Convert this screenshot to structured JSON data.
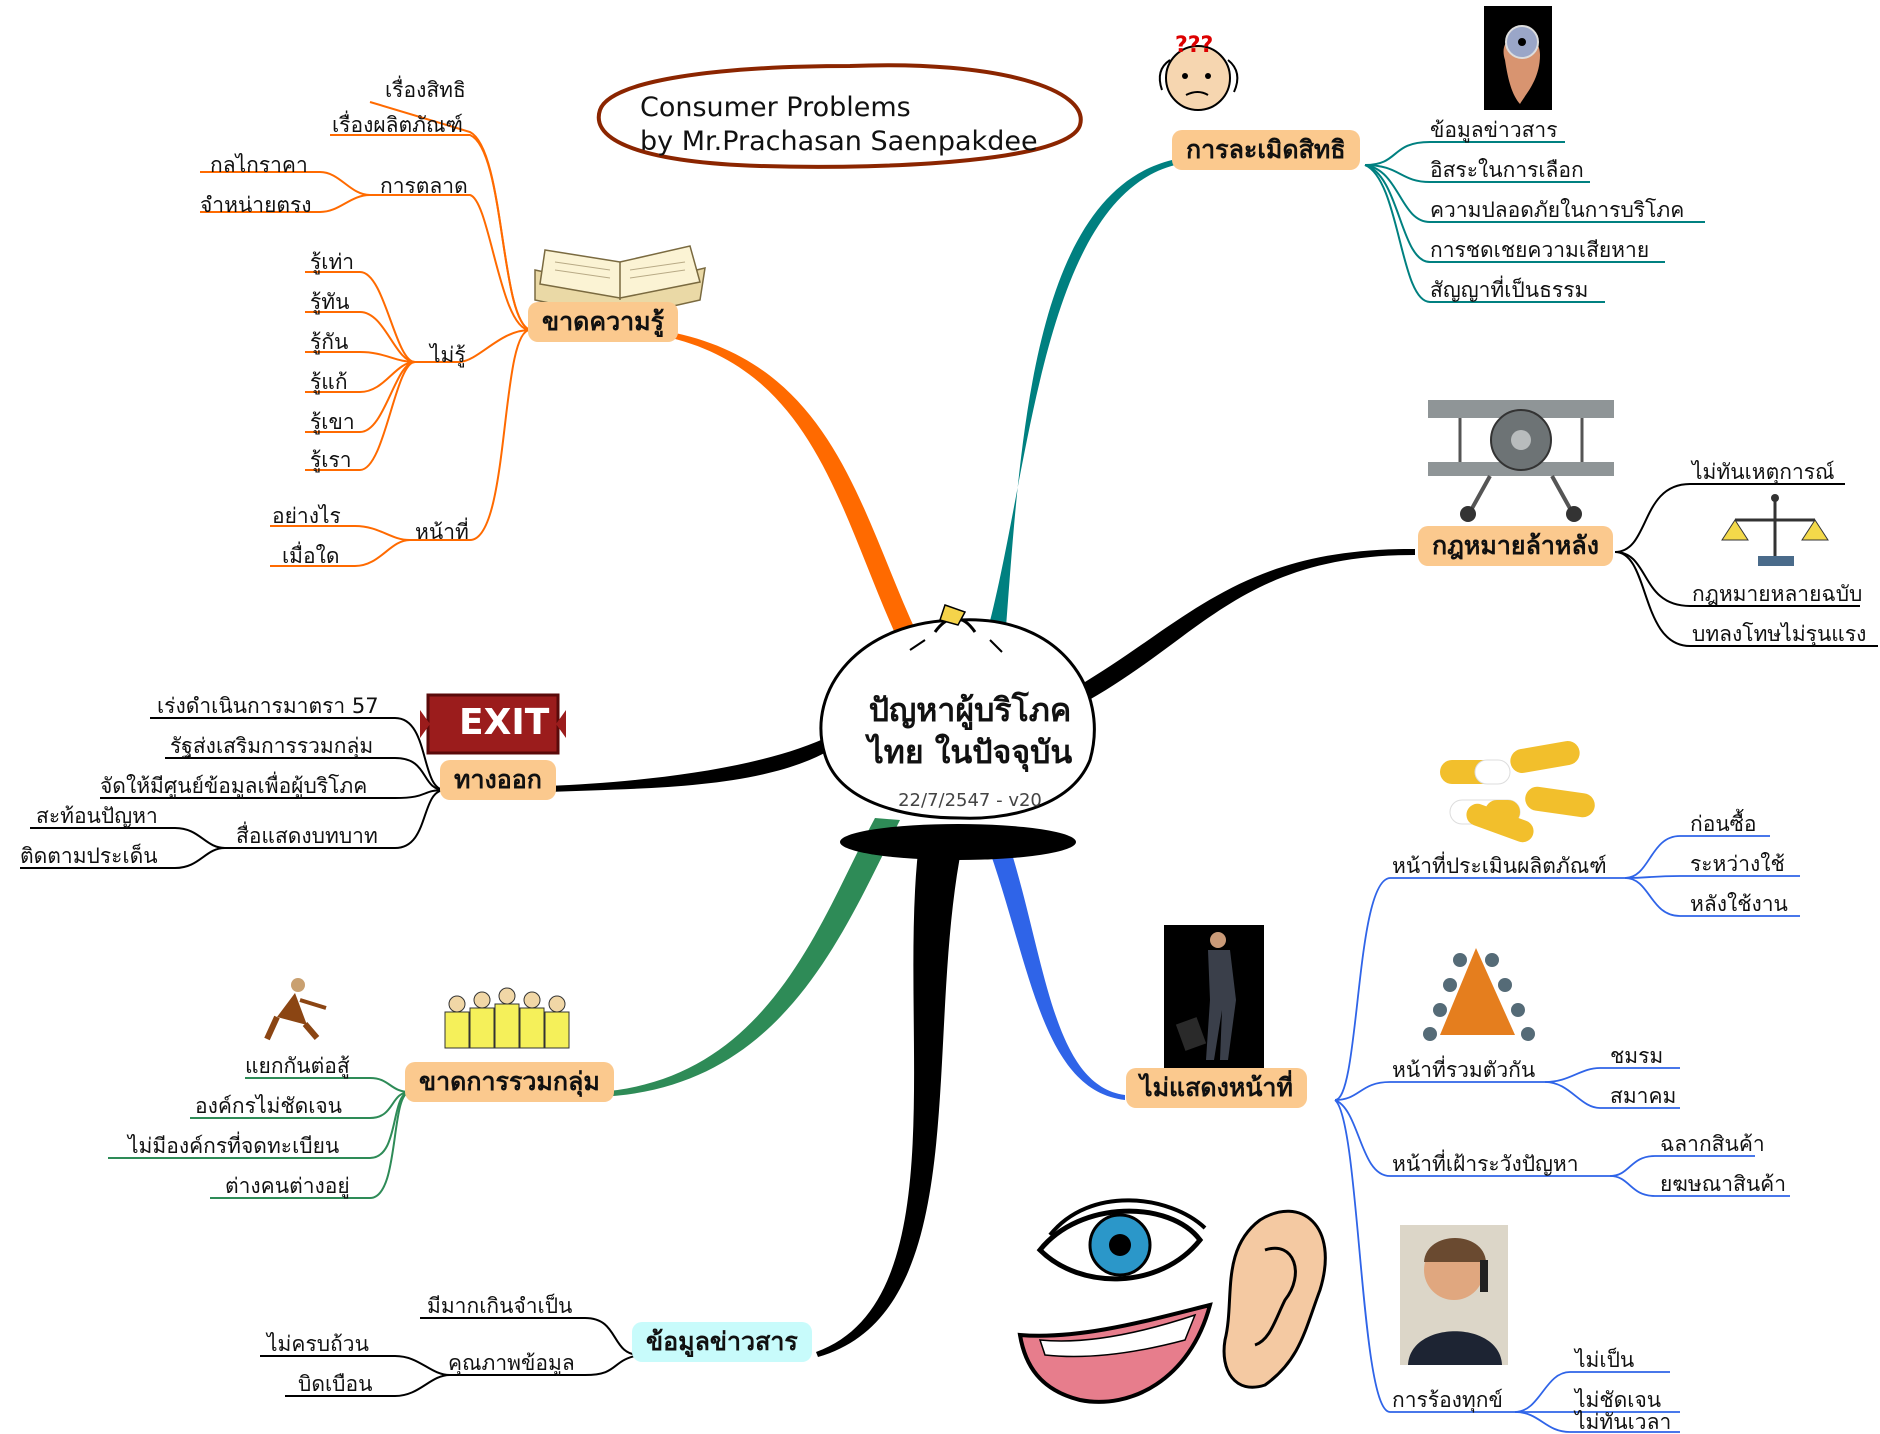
{
  "title": {
    "line1": "Consumer Problems",
    "line2": "by Mr.Prachasan Saenpakdee"
  },
  "center": {
    "line1": "ปัญหาผู้บริโภค",
    "line2": "ไทย ในปัจจุบัน",
    "version": "22/7/2547 - v20"
  },
  "branches": {
    "knowledge": {
      "label": "ขาดความรู้",
      "items": {
        "marketing": "การตลาด",
        "notknow": "ไม่รู้",
        "duty": "หน้าที่",
        "rights": "เรื่องสิทธิ",
        "products": "เรื่องผลิตภัณฑ์",
        "price": "กลไกราคา",
        "direct": "จำหน่ายตรง",
        "k1": "รู้เท่า",
        "k2": "รู้ทัน",
        "k3": "รู้กัน",
        "k4": "รู้แก้",
        "k5": "รู้เขา",
        "k6": "รู้เรา",
        "how": "อย่างไร",
        "when": "เมื่อใด"
      }
    },
    "rights": {
      "label": "การละเมิดสิทธิ",
      "items": [
        "ข้อมูลข่าวสาร",
        "อิสระในการเลือก",
        "ความปลอดภัยในการบริโภค",
        "การชดเชยความเสียหาย",
        "สัญญาที่เป็นธรรม"
      ]
    },
    "law": {
      "label": "กฎหมายล้าหลัง",
      "items": [
        "ไม่ทันเหตุการณ์",
        "กฎหมายหลายฉบับ",
        "บทลงโทษไม่รุนแรง"
      ]
    },
    "exit": {
      "label": "ทางออก",
      "sign": "EXIT",
      "items": {
        "a1": "เร่งดำเนินการมาตรา 57",
        "a2": "รัฐส่งเสริมการรวมกลุ่ม",
        "a3": "จัดให้มีศูนย์ข้อมูลเพื่อผู้บริโภค",
        "media": "สื่อแสดงบทบาท",
        "m1": "สะท้อนปัญหา",
        "m2": "ติดตามประเด็น"
      }
    },
    "group": {
      "label": "ขาดการรวมกลุ่ม",
      "items": [
        "แยกกันต่อสู้",
        "องค์กรไม่ชัดเจน",
        "ไม่มีองค์กรที่จดทะเบียน",
        "ต่างคนต่างอยู่"
      ]
    },
    "info": {
      "label": "ข้อมูลข่าวสาร",
      "items": {
        "too_much": "มีมากเกินจำเป็น",
        "quality": "คุณภาพข้อมูล",
        "q1": "ไม่ครบถ้วน",
        "q2": "บิดเบือน"
      }
    },
    "duty": {
      "label": "ไม่แสดงหน้าที่",
      "items": {
        "evaluate": "หน้าที่ประเมินผลิตภัณฑ์",
        "e1": "ก่อนซื้อ",
        "e2": "ระหว่างใช้",
        "e3": "หลังใช้งาน",
        "unite": "หน้าที่รวมตัวกัน",
        "u1": "ชมรม",
        "u2": "สมาคม",
        "watch": "หน้าที่เฝ้าระวังปัญหา",
        "w1": "ฉลากสินค้า",
        "w2": "ยฆษณาสินค้า",
        "complain": "การร้องทุกข์",
        "c1": "ไม่เป็น",
        "c2": "ไม่ชัดเจน",
        "c3": "ไม่ทันเวลา"
      }
    }
  },
  "colors": {
    "knowledge": "#ff6a00",
    "rights": "#008080",
    "law": "#000000",
    "exit": "#000000",
    "group": "#2e8b57",
    "info": "#000000",
    "duty": "#2f64e8",
    "label_fill": "#fbc98e",
    "info_fill": "#c8fbfb",
    "title_ellipse": "#8b2500"
  },
  "icons": [
    "book-icon",
    "confused-face-icon",
    "cd-hand-icon",
    "airplane-icon",
    "scales-icon",
    "exit-sign-icon",
    "pills-icon",
    "businessman-icon",
    "meeting-table-icon",
    "fighter-icon",
    "crowd-icon",
    "eye-icon",
    "ear-icon",
    "mouth-icon",
    "phone-man-icon",
    "bag-icon"
  ]
}
